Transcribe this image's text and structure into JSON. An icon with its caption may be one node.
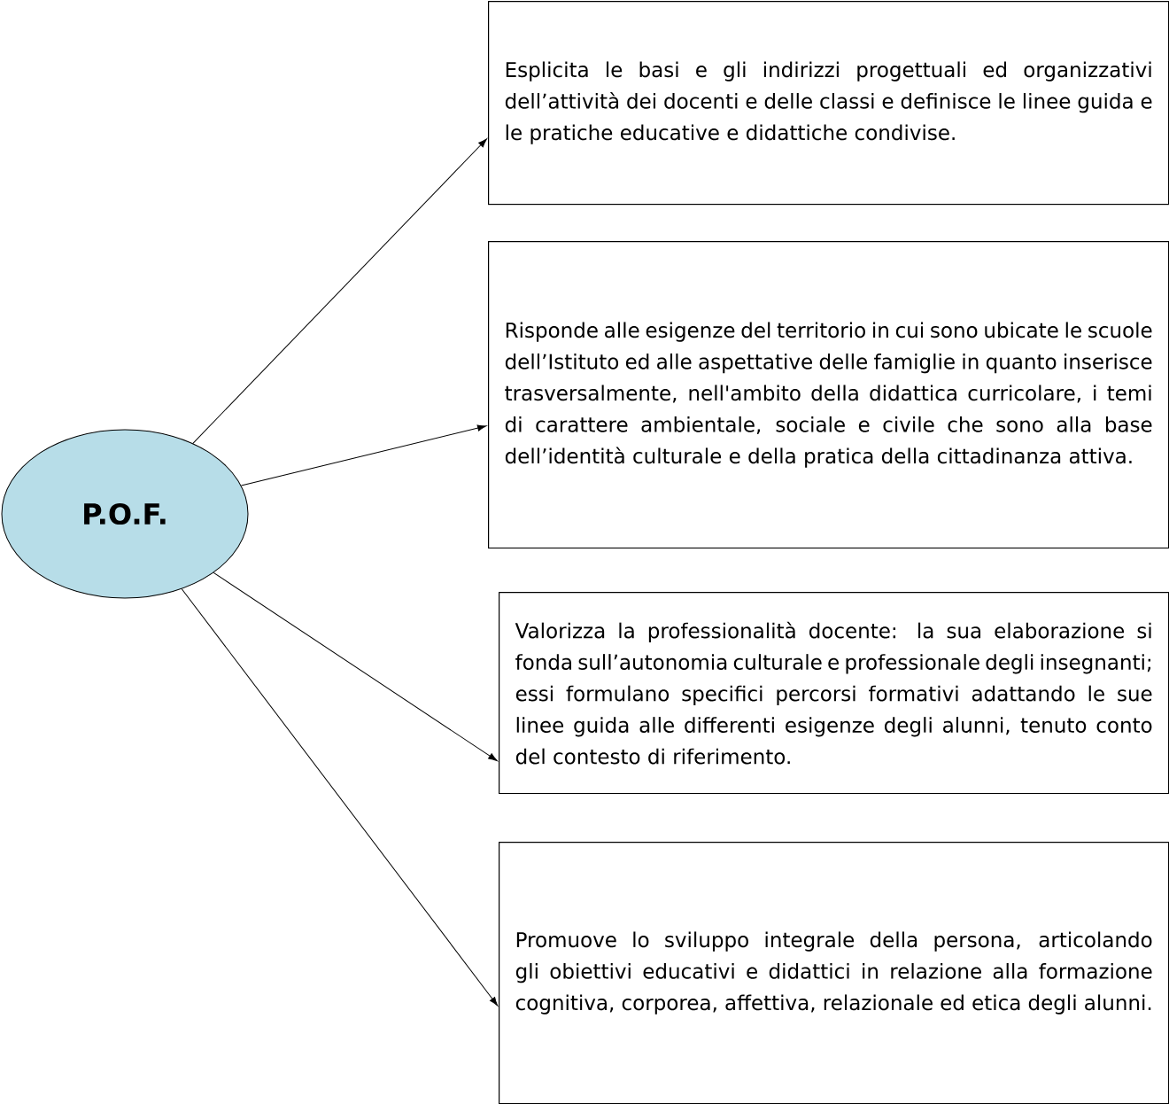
{
  "diagram": {
    "nodes": [
      {
        "text": [
          "P.O.F."
        ]
      },
      {
        "text": [
          "Esplicita le basi e gli indirizzi progettuali ed organizzativi dell’attività dei docenti e delle classi e definisce le linee guida e le pratiche educative e didattiche condivise."
        ]
      },
      {
        "text": [
          "Risponde alle esigenze del territorio in cui sono ubicate le scuole dell’Istituto ed alle aspettative delle famiglie in quanto inserisce trasversalmente, nell'ambito della didattica curricolare, i temi di carattere ambientale, sociale e civile che sono alla base dell’identità culturale e della pratica della cittadinanza attiva."
        ]
      },
      {
        "text": [
          "Valorizza la professionalità docente: la sua elaborazione si fonda sull’autonomia culturale e professionale degli insegnanti; essi formulano specifici percorsi formativi adattando le sue linee guida alle differenti esigenze degli alunni, tenuto conto del contesto di riferimento."
        ]
      },
      {
        "text": [
          "Promuove lo sviluppo integrale della persona, articolando gli obiettivi educativi e didattici in relazione alla formazione cognitiva, corporea, affettiva, relazionale ed etica degli alunni."
        ]
      }
    ],
    "edges": [
      {
        "from": 0,
        "to": 1,
        "arrow": "to"
      },
      {
        "from": 0,
        "to": 2,
        "arrow": "to"
      },
      {
        "from": 0,
        "to": 3,
        "arrow": "to"
      },
      {
        "from": 0,
        "to": 4,
        "arrow": "to"
      }
    ]
  }
}
